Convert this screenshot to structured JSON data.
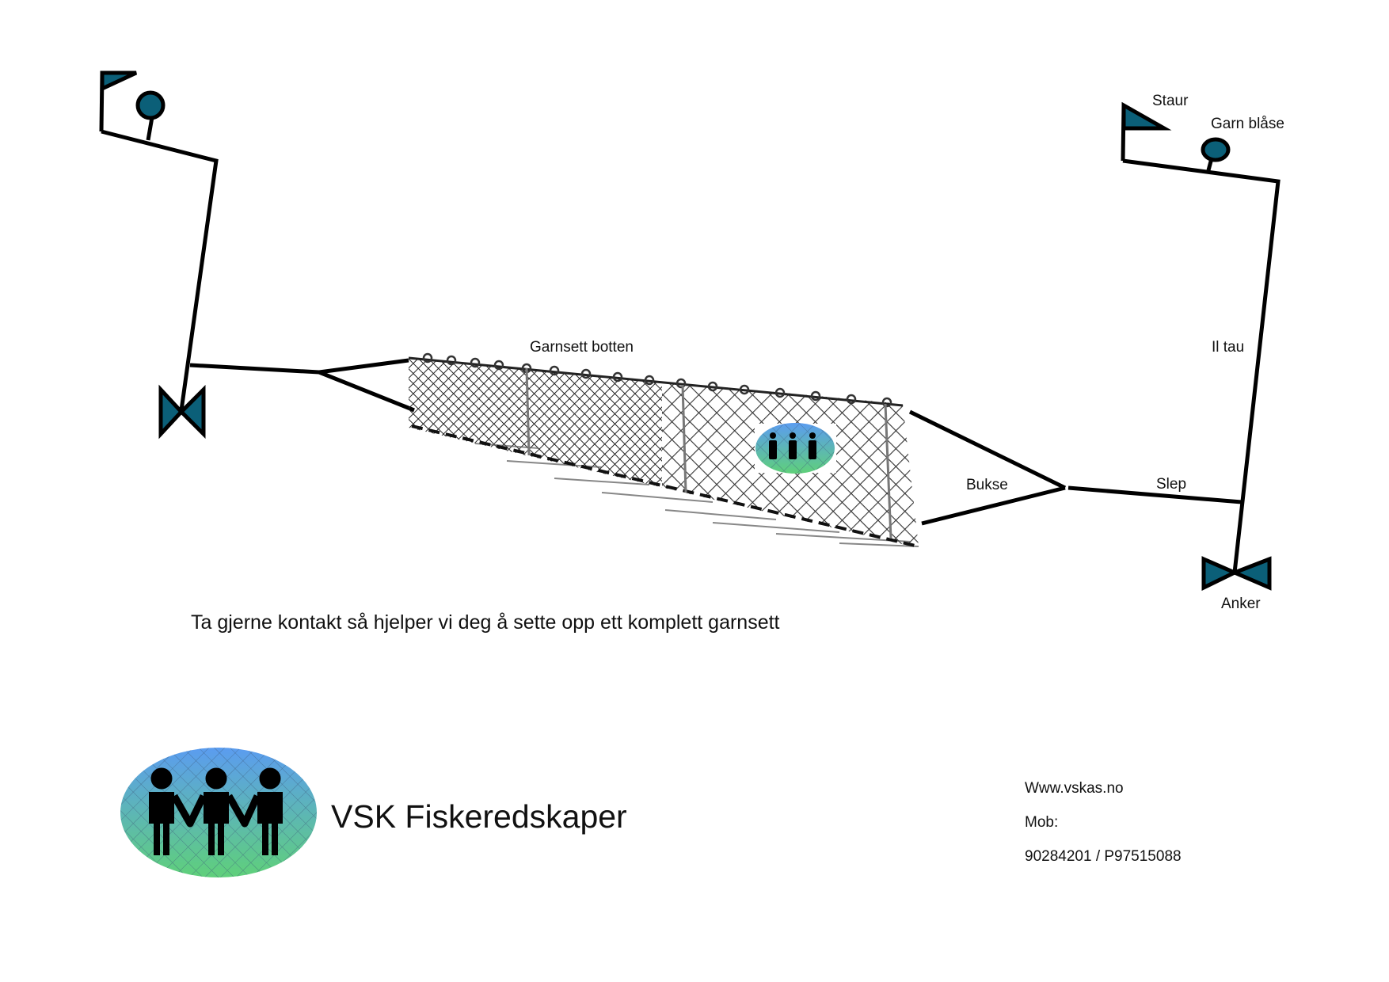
{
  "labels": {
    "staur": "Staur",
    "garn_blase": "Garn blåse",
    "il_tau": "Il tau",
    "garnsett_botten": "Garnsett botten",
    "bukse": "Bukse",
    "slep": "Slep",
    "anker": "Anker"
  },
  "tagline": "Ta gjerne kontakt så hjelper vi deg å sette opp ett komplett garnsett",
  "brand": {
    "name": "VSK Fiskeredskaper"
  },
  "contact": {
    "website": "Www.vskas.no",
    "mob_label": "Mob:",
    "phones": "90284201 / P97515088"
  },
  "colors": {
    "marker_fill": "#0b5f78",
    "rope": "#000000",
    "logo_top": "#5b9cf0",
    "logo_bottom": "#5fd07a"
  }
}
